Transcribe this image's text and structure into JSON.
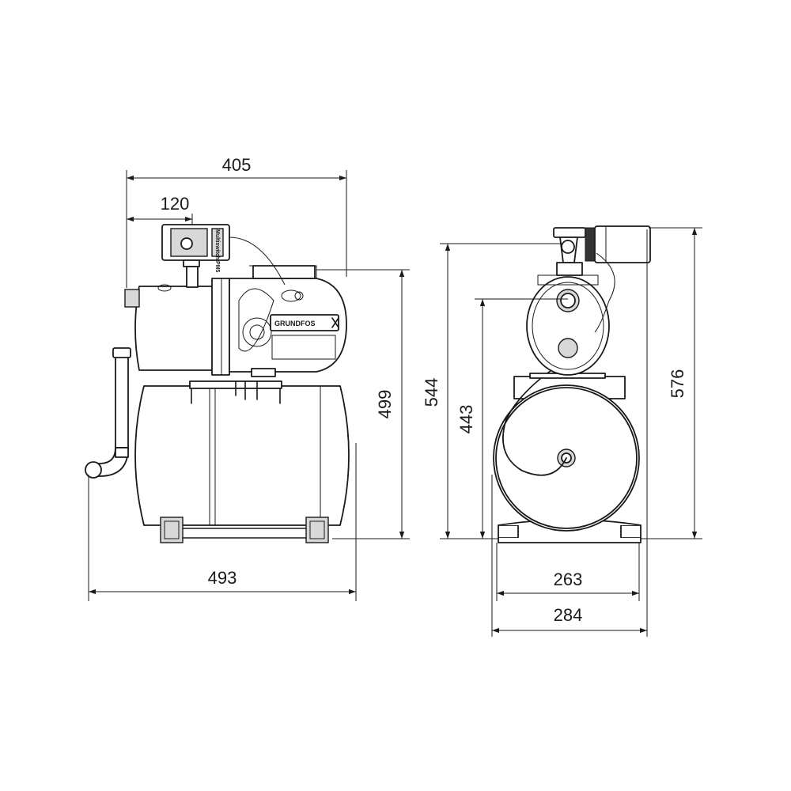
{
  "dimensions": {
    "width_total_top": "405",
    "offset_top": "120",
    "height_side": "499",
    "height_left_front": "544",
    "height_axis_front": "443",
    "height_total_front": "576",
    "width_overall_side": "493",
    "width_base_inner": "263",
    "width_base_outer": "284"
  },
  "labels": {
    "brand": "GRUNDFOS",
    "switch_label": "Multiswitch PM5"
  },
  "colors": {
    "line": "#1a1a1a",
    "fill": "#ffffff",
    "shade": "#d8d8d8"
  }
}
